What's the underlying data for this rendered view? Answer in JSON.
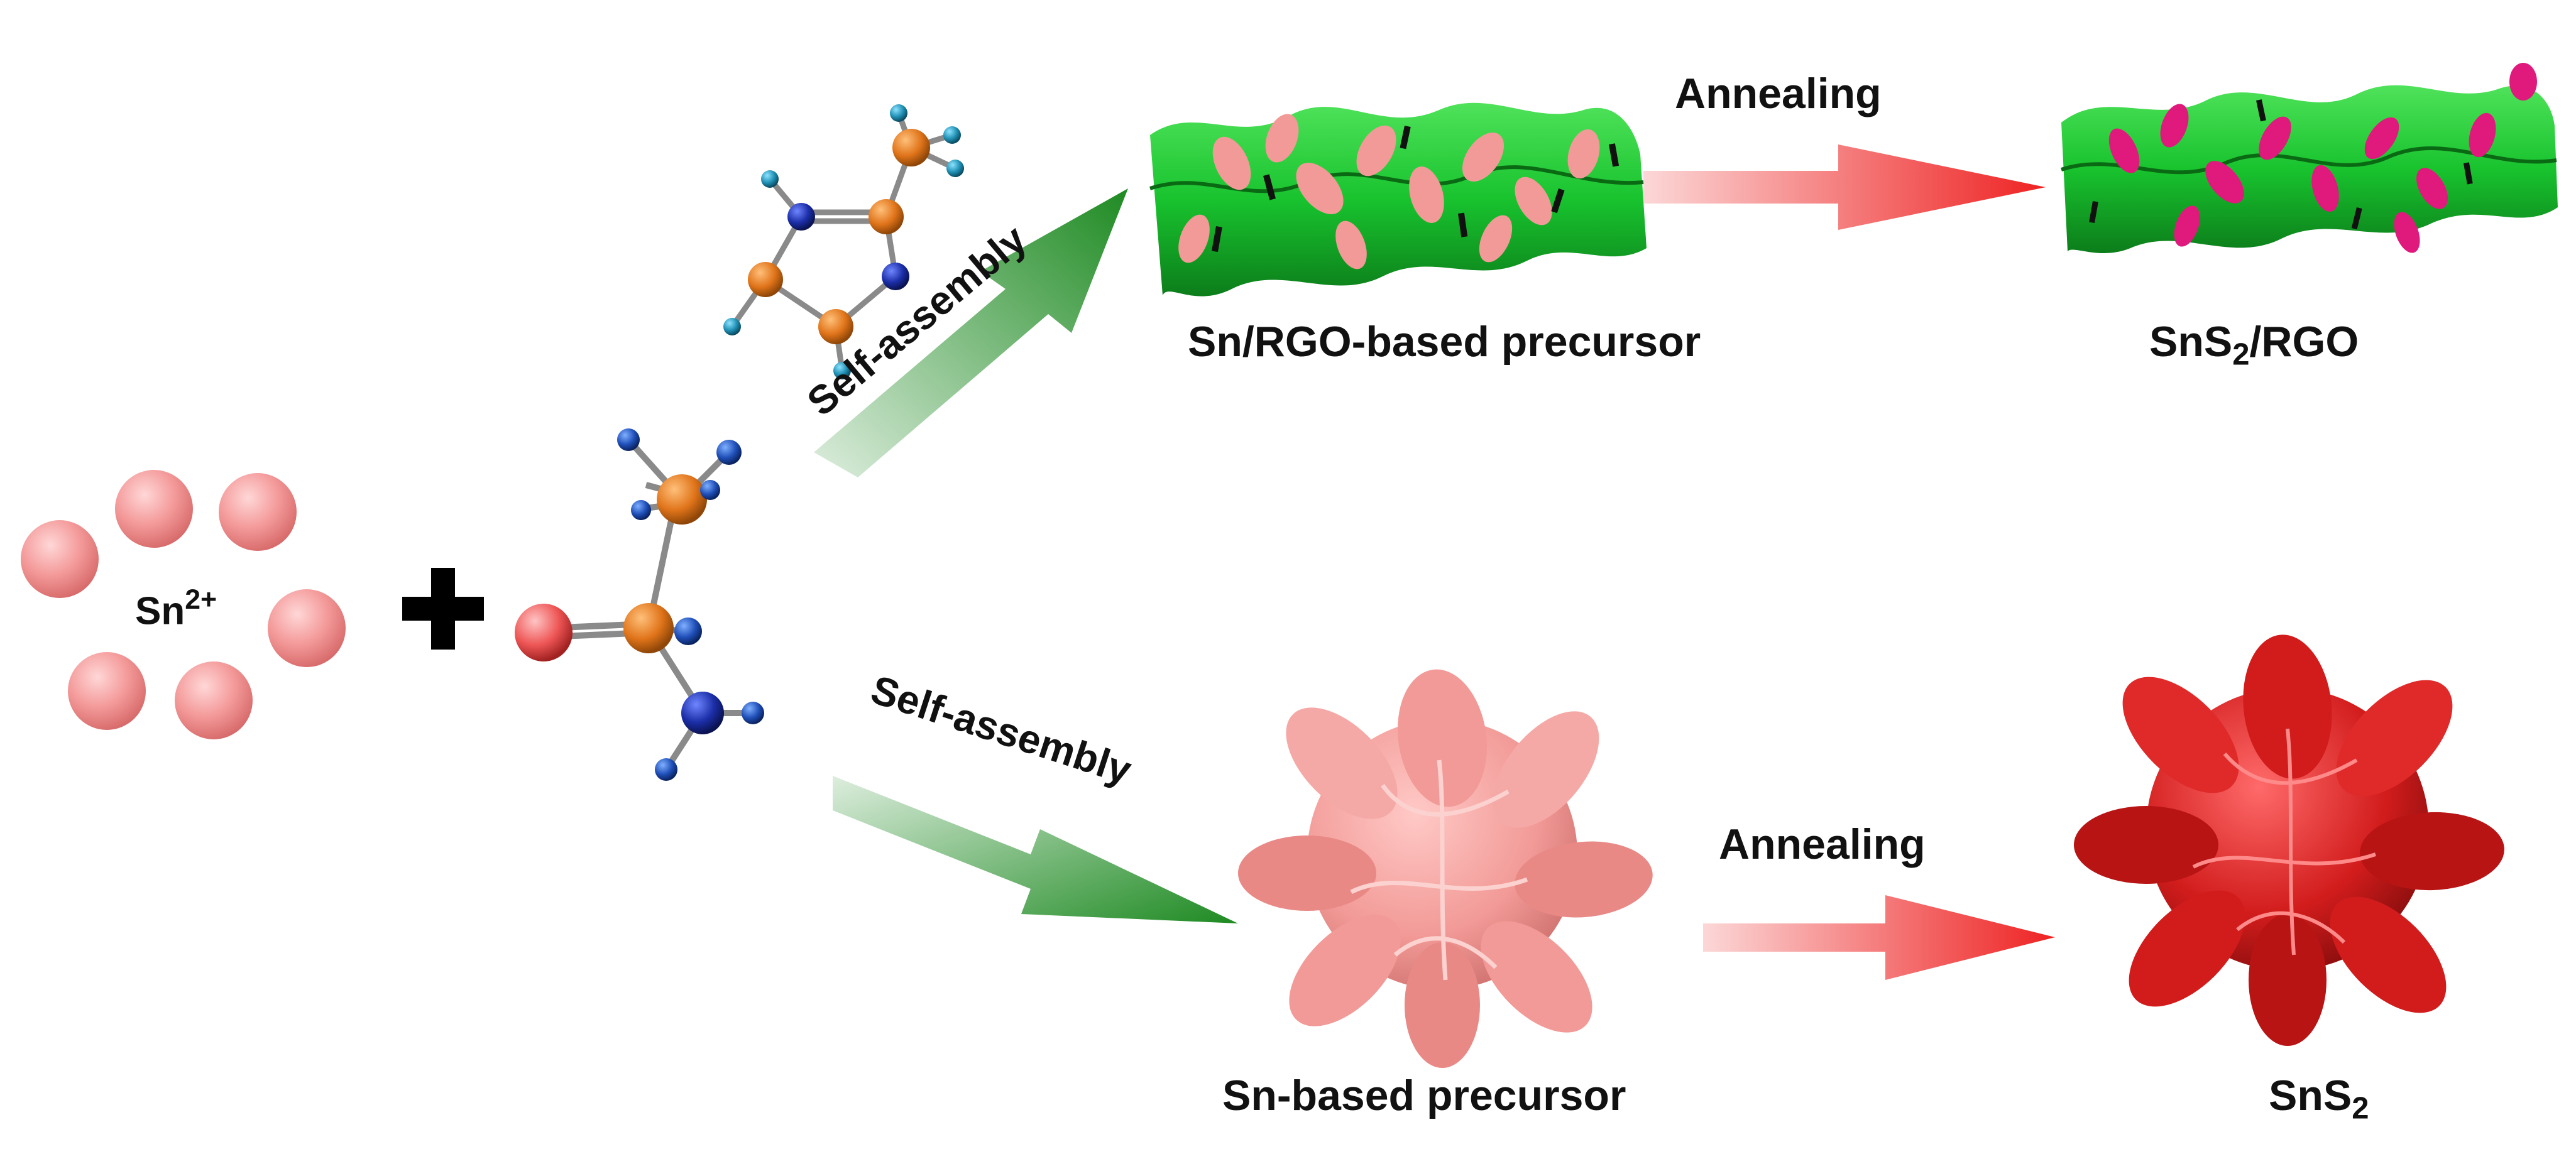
{
  "ion": {
    "base": "Sn",
    "charge": "2+"
  },
  "reagents": {
    "plus_sign": "+",
    "molecule_1_icon": "methylimidazole-molecule-icon",
    "molecule_2_icon": "urea-like-molecule-icon"
  },
  "upper_route": {
    "step_1": "Self-assembly",
    "precursor_label": "Sn/RGO-based precursor",
    "step_2": "Annealing",
    "product_base": "SnS",
    "product_subscript": "2",
    "product_suffix": "/RGO"
  },
  "lower_route": {
    "step_1": "Self-assembly",
    "precursor_label": "Sn-based precursor",
    "step_2": "Annealing",
    "product_base": "SnS",
    "product_subscript": "2"
  },
  "colors": {
    "ion_sphere": "#f49a9a",
    "graphene_sheet": "#18c32e",
    "precursor_petal": "#f29a97",
    "product_petal_rgo": "#e0197c",
    "product_flower": "#d21c1c",
    "arrow_green": "#1e8a22",
    "arrow_red": "#ee2222",
    "atom_carbon": "#e0741a",
    "atom_nitrogen": "#1b2ea8",
    "atom_hydrogen": "#1f8fb3",
    "atom_oxygen": "#ee5555"
  }
}
